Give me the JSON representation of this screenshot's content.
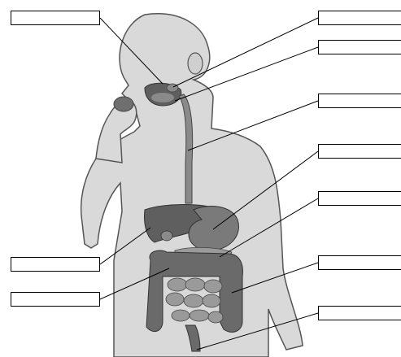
{
  "diagram": {
    "colors": {
      "body_fill": "#d9d9d9",
      "body_stroke": "#555555",
      "organ_dark": "#5f5f5f",
      "organ_mid": "#8a8a8a",
      "organ_light": "#b0b0b0",
      "leader_line": "#000000",
      "box_border": "#000000"
    },
    "labels": [
      {
        "id": "label-1",
        "text": ""
      },
      {
        "id": "label-2",
        "text": ""
      },
      {
        "id": "label-3",
        "text": ""
      },
      {
        "id": "label-4",
        "text": ""
      },
      {
        "id": "label-5",
        "text": ""
      },
      {
        "id": "label-6",
        "text": ""
      },
      {
        "id": "label-7",
        "text": ""
      },
      {
        "id": "label-8",
        "text": ""
      },
      {
        "id": "label-9",
        "text": ""
      },
      {
        "id": "label-10",
        "text": ""
      }
    ]
  }
}
